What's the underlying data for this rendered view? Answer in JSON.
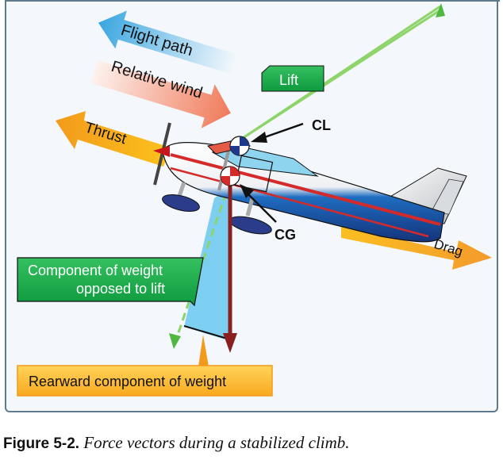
{
  "figure": {
    "labels": {
      "flight_path": "Flight path",
      "relative_wind": "Relative wind",
      "thrust": "Thrust",
      "lift": "Lift",
      "drag": "Drag",
      "cl": "CL",
      "cg": "CG",
      "component_line1": "Component of weight",
      "component_line2": "opposed to lift",
      "rearward": "Rearward component of weight"
    },
    "colors": {
      "frame_border": "#5e7a8c",
      "background": "#f4f8fc",
      "lift_green": "#1aa64a",
      "thrust_orange": "#f7a21b",
      "weight_red": "#8b1e1e",
      "triangle_blue": "#7dcff2",
      "fuselage_blue": "#1b5fb0",
      "stripe_red": "#d42a2a"
    }
  },
  "caption": {
    "figure_number": "Figure 5-2.",
    "text": "Force vectors during a stabilized climb."
  }
}
